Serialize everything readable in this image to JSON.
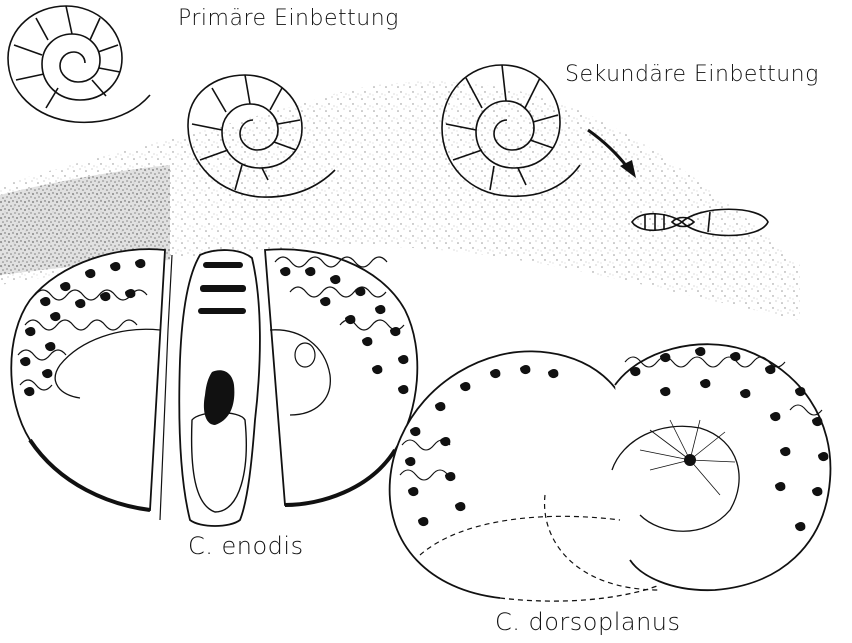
{
  "labels": {
    "primary": "Primäre Einbettung",
    "secondary": "Sekundäre Einbettung",
    "species_a": "C. enodis",
    "species_b": "C. dorsoplanus"
  },
  "colors": {
    "ink": "#111111",
    "paper": "#ffffff",
    "sediment": "#8a8a8a"
  }
}
